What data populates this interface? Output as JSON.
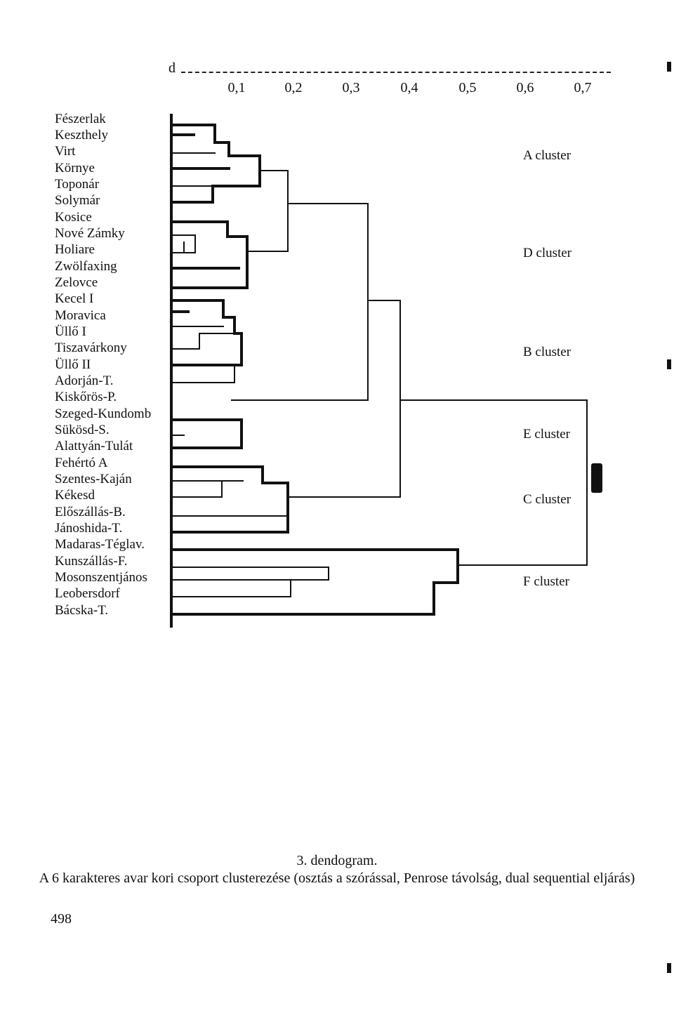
{
  "axis": {
    "label": "d",
    "ticks": [
      "0,1",
      "0,2",
      "0,3",
      "0,4",
      "0,5",
      "0,6",
      "0,7"
    ]
  },
  "sites": [
    "Fészerlak",
    "Keszthely",
    "Virt",
    "Környe",
    "Toponár",
    "Solymár",
    "Kosice",
    "Nové Zámky",
    "Holiare",
    "Zwölfaxing",
    "Zelovce",
    "Kecel I",
    "Moravica",
    "Üllő I",
    "Tiszavárkony",
    "Üllő II",
    "Adorján-T.",
    "Kiskőrös-P.",
    "Szeged-Kundomb",
    "Sükösd-S.",
    "Alattyán-Tulát",
    "Fehértó A",
    "Szentes-Kaján",
    "Kékesd",
    "Előszállás-B.",
    "Jánoshida-T.",
    "Madaras-Téglav.",
    "Kunszállás-F.",
    "Mosonszentjános",
    "Leobersdorf",
    "Bácska-T."
  ],
  "clusters": [
    "A cluster",
    "D cluster",
    "B cluster",
    "E cluster",
    "C cluster",
    "F cluster"
  ],
  "caption": {
    "number": "3. dendogram.",
    "text": "A 6 karakteres avar kori csoport clusterezése (osztás a szórással, Penrose távolság, dual sequential eljárás)"
  },
  "page_number": "498",
  "colors": {
    "ink": "#111111",
    "paper": "#ffffff"
  }
}
